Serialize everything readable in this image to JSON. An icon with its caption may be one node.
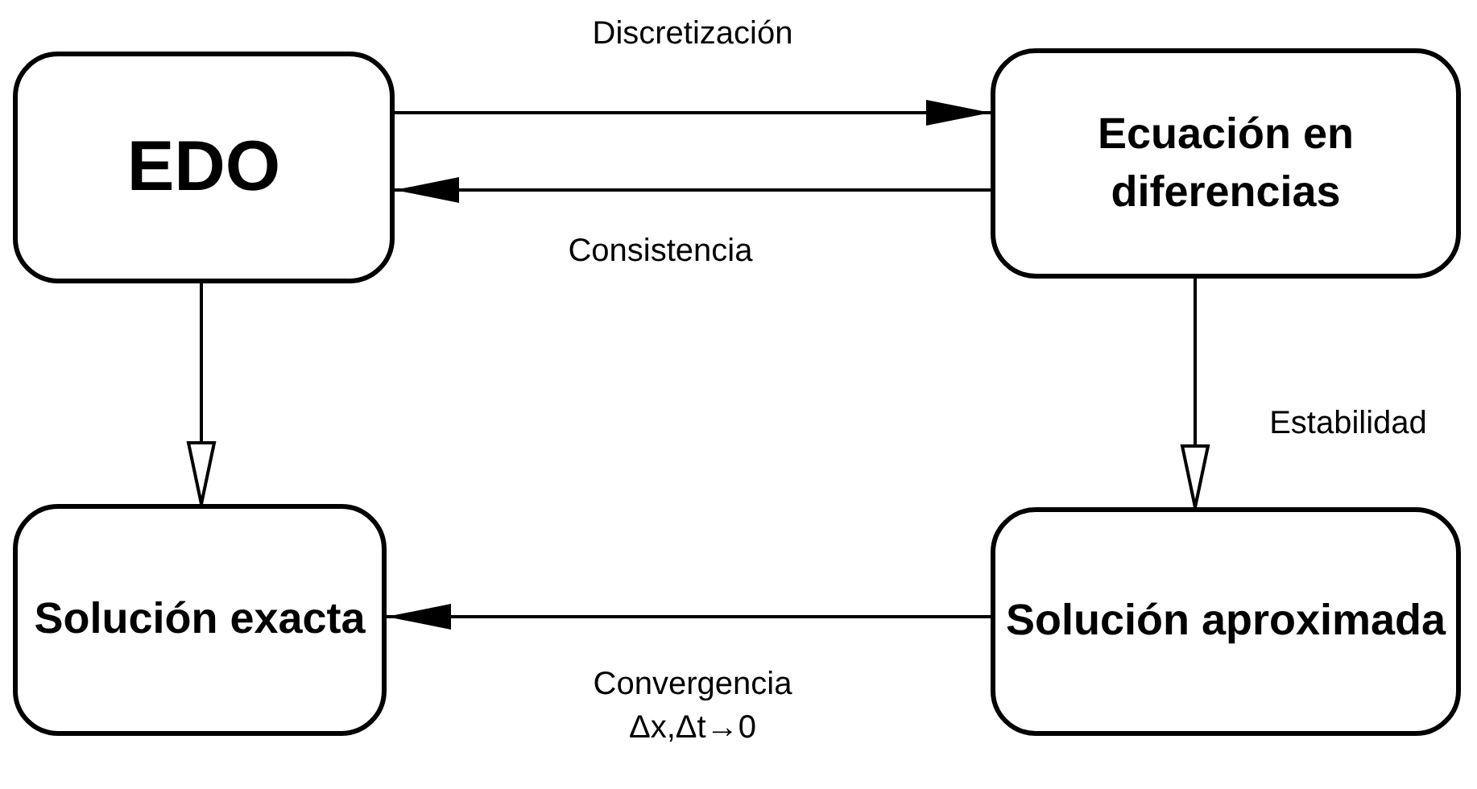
{
  "diagram": {
    "nodes": [
      {
        "text": [
          "EDO"
        ]
      },
      {
        "text": [
          "Ecuación en diferencias"
        ]
      },
      {
        "text": [
          "Solución exacta"
        ]
      },
      {
        "text": [
          "Solución aproximada"
        ]
      }
    ],
    "edges": [
      {
        "from": 0,
        "to": 1,
        "arrow": "to",
        "label": "Discretización"
      },
      {
        "from": 1,
        "to": 0,
        "arrow": "to",
        "label": "Consistencia"
      },
      {
        "from": 0,
        "to": 2,
        "arrow": "to"
      },
      {
        "from": 1,
        "to": 3,
        "arrow": "to",
        "label": "Estabilidad"
      },
      {
        "from": 3,
        "to": 2,
        "arrow": "to",
        "label": "Convergencia Δx,Δt→0"
      }
    ]
  }
}
